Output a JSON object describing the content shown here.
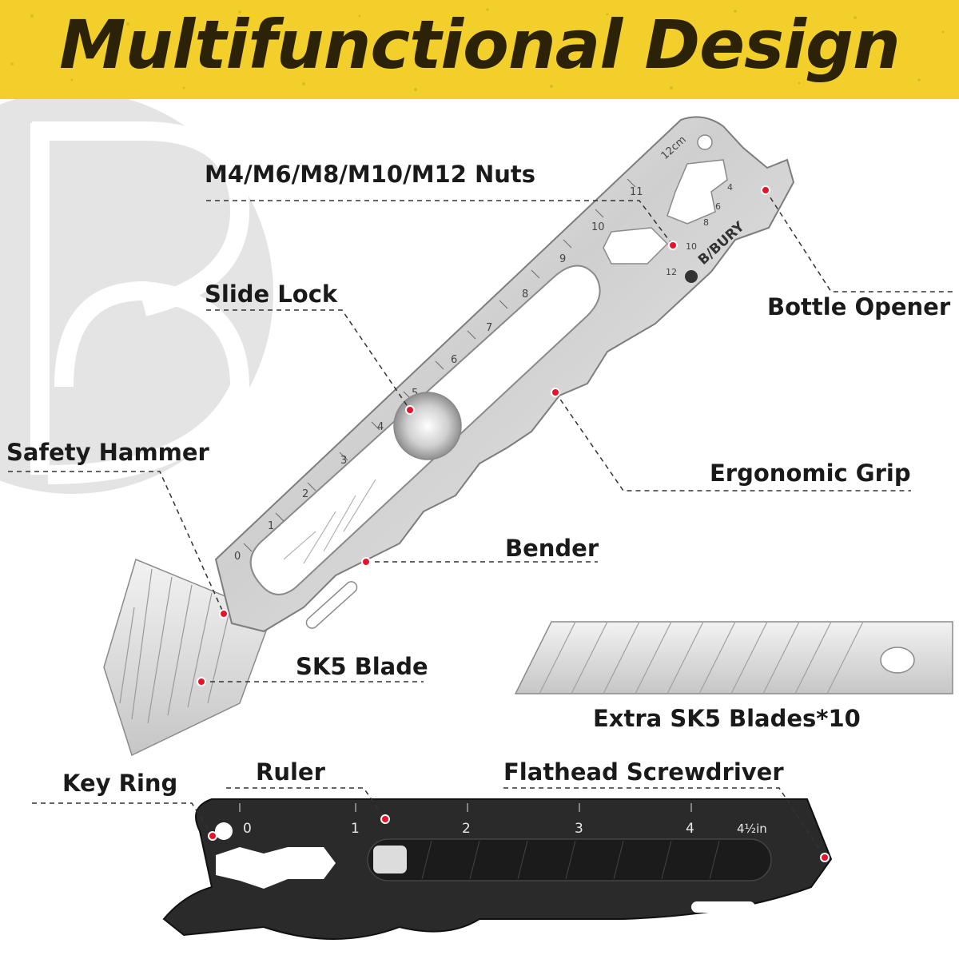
{
  "header": {
    "title": "Multifunctional Design"
  },
  "colors": {
    "banner": "#f2cf2a",
    "title": "#2b2208",
    "callout_dot": "#e8132b",
    "logo_circle": "#e4e4e4"
  },
  "brand": {
    "logo_icon": "b-monogram-icon"
  },
  "labels": {
    "nuts": "M4/M6/M8/M10/M12 Nuts",
    "slide_lock": "Slide Lock",
    "bottle_opener": "Bottle Opener",
    "safety_hammer": "Safety Hammer",
    "ergonomic_grip": "Ergonomic Grip",
    "bender": "Bender",
    "sk5_blade": "SK5 Blade",
    "extra_blades": "Extra SK5 Blades*10",
    "key_ring": "Key Ring",
    "ruler": "Ruler",
    "flathead": "Flathead Screwdriver"
  },
  "tool_silver": {
    "brand_text": "B/BURY",
    "ruler_numbers": [
      "0",
      "1",
      "2",
      "3",
      "4",
      "5",
      "6",
      "7",
      "8",
      "9",
      "10",
      "11",
      "12cm"
    ],
    "nut_sizes": [
      "4",
      "6",
      "8",
      "10",
      "12"
    ]
  },
  "tool_black": {
    "ruler_numbers": [
      "0",
      "1",
      "2",
      "3",
      "4",
      "4½in"
    ]
  }
}
